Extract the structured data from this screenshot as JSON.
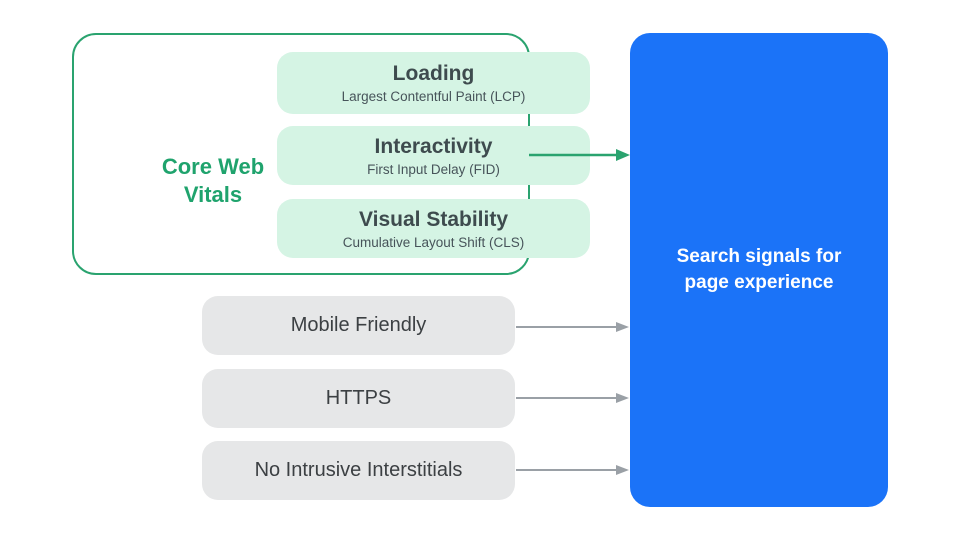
{
  "colors": {
    "green": "#2AA36F",
    "green_text": "#1FA36D",
    "green_light": "#D5F4E4",
    "gray_fill": "#E6E7E8",
    "gray_arrow": "#9AA0A6",
    "dark_text": "#3C4043",
    "blue": "#1B73F8",
    "white": "#FFFFFF"
  },
  "core_web_vitals": {
    "group_label": "Core Web Vitals",
    "items": [
      {
        "title": "Loading",
        "subtitle": "Largest Contentful Paint (LCP)"
      },
      {
        "title": "Interactivity",
        "subtitle": "First Input Delay (FID)"
      },
      {
        "title": "Visual Stability",
        "subtitle": "Cumulative Layout Shift (CLS)"
      }
    ]
  },
  "other_signals": [
    {
      "label": "Mobile Friendly"
    },
    {
      "label": "HTTPS"
    },
    {
      "label": "No Intrusive Interstitials"
    }
  ],
  "result": {
    "label": "Search signals for page experience"
  }
}
